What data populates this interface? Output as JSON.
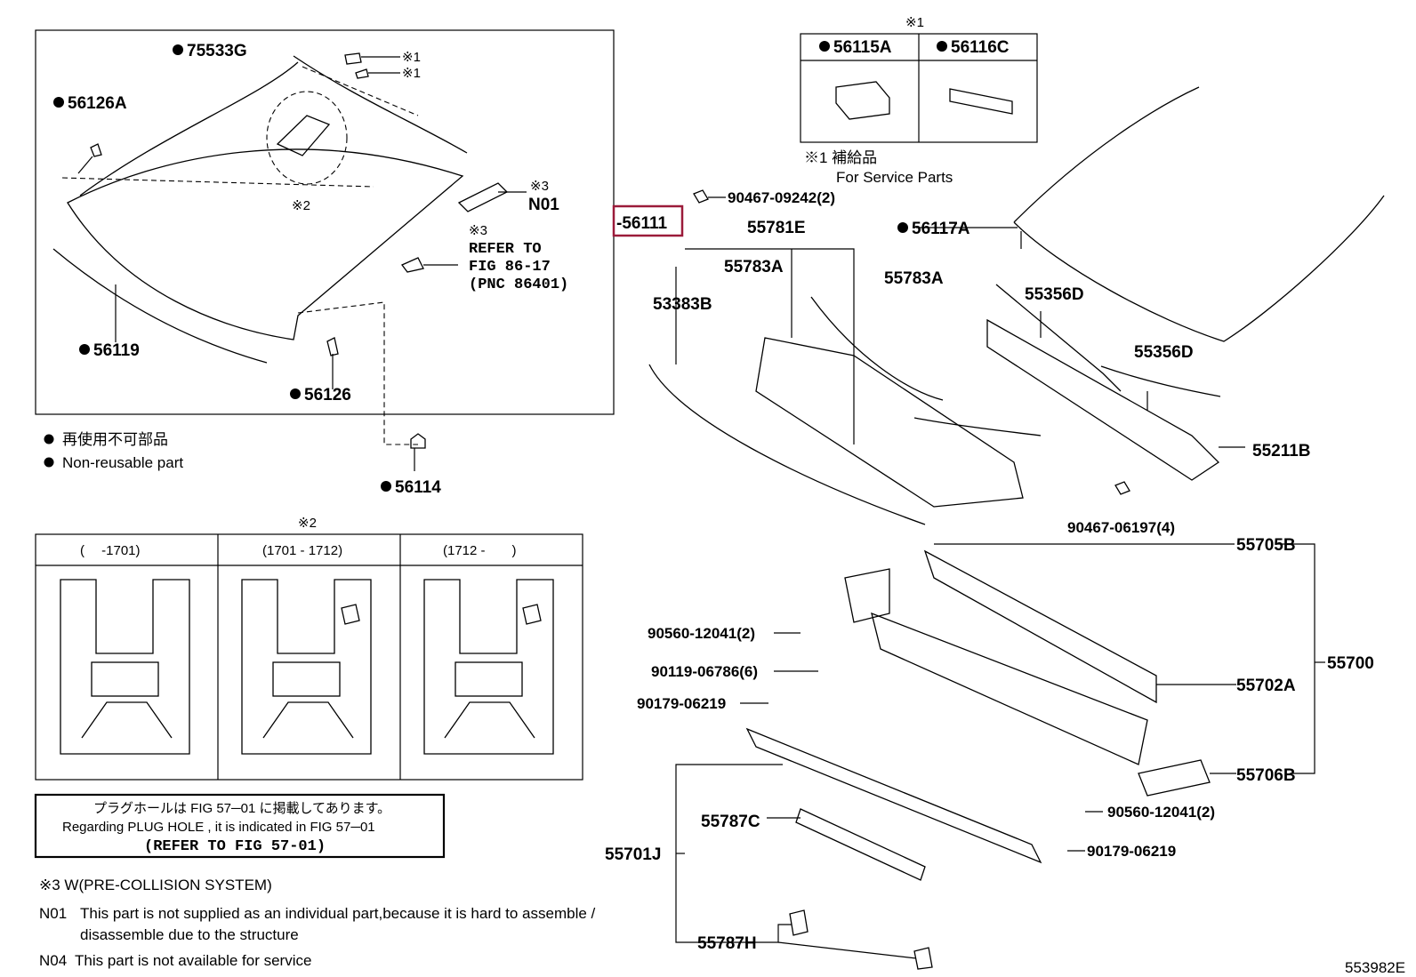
{
  "highlight_color": "#9b1b3a",
  "labels": {
    "p75533G": "75533G",
    "p56126A": "56126A",
    "p56119": "56119",
    "p56126": "56126",
    "p56114": "56114",
    "x1a": "※1",
    "x1b": "※1",
    "x2": "※2",
    "x3a": "※3",
    "n01": "N01",
    "x3b": "※3",
    "refer1": "REFER TO",
    "refer2": "FIG 86-17",
    "refer3": "(PNC 86401)",
    "p56111": "-56111",
    "sp_header": "※1",
    "p56115A": "56115A",
    "p56116C": "56116C",
    "sp_jp": "※1 補給品",
    "sp_en": "For Service Parts",
    "b90467a": "90467-09242(2)",
    "p55781E": "55781E",
    "p56117A": "56117A",
    "p55783A_1": "55783A",
    "p55783A_2": "55783A",
    "p53383B": "53383B",
    "p55356D_1": "55356D",
    "p55356D_2": "55356D",
    "p55211B": "55211B",
    "b90467b": "90467-06197(4)",
    "p55705B": "55705B",
    "p55700": "55700",
    "p55702A": "55702A",
    "p55706B": "55706B",
    "b90560a": "90560-12041(2)",
    "b90119": "90119-06786(6)",
    "b90179a": "90179-06219",
    "b90560b": "90560-12041(2)",
    "b90179b": "90179-06219",
    "p55787C": "55787C",
    "p55701J": "55701J",
    "p55787H": "55787H",
    "fig_no": "553982E"
  },
  "legend": {
    "jp": "再使用不可部品",
    "en": "Non-reusable part"
  },
  "variants": {
    "header": "※2",
    "columns": [
      "(　 -1701)",
      "(1701 - 1712)",
      "(1712 -　　)"
    ]
  },
  "plug_hole": {
    "jp": "プラグホールは FIG 57─01 に掲載してあります。",
    "en": "Regarding  PLUG  HOLE , it is indicated in FIG  57─01",
    "ref": "(REFER TO FIG 57-01)"
  },
  "footnotes": {
    "x3": "※3 W(PRE-COLLISION SYSTEM)",
    "n01_code": "N01",
    "n01_line1": "This part is not supplied as an individual part,because it is hard to assemble /",
    "n01_line2": "disassemble due to the structure",
    "n04_code": "N04",
    "n04_text": "This part is not available for service"
  }
}
